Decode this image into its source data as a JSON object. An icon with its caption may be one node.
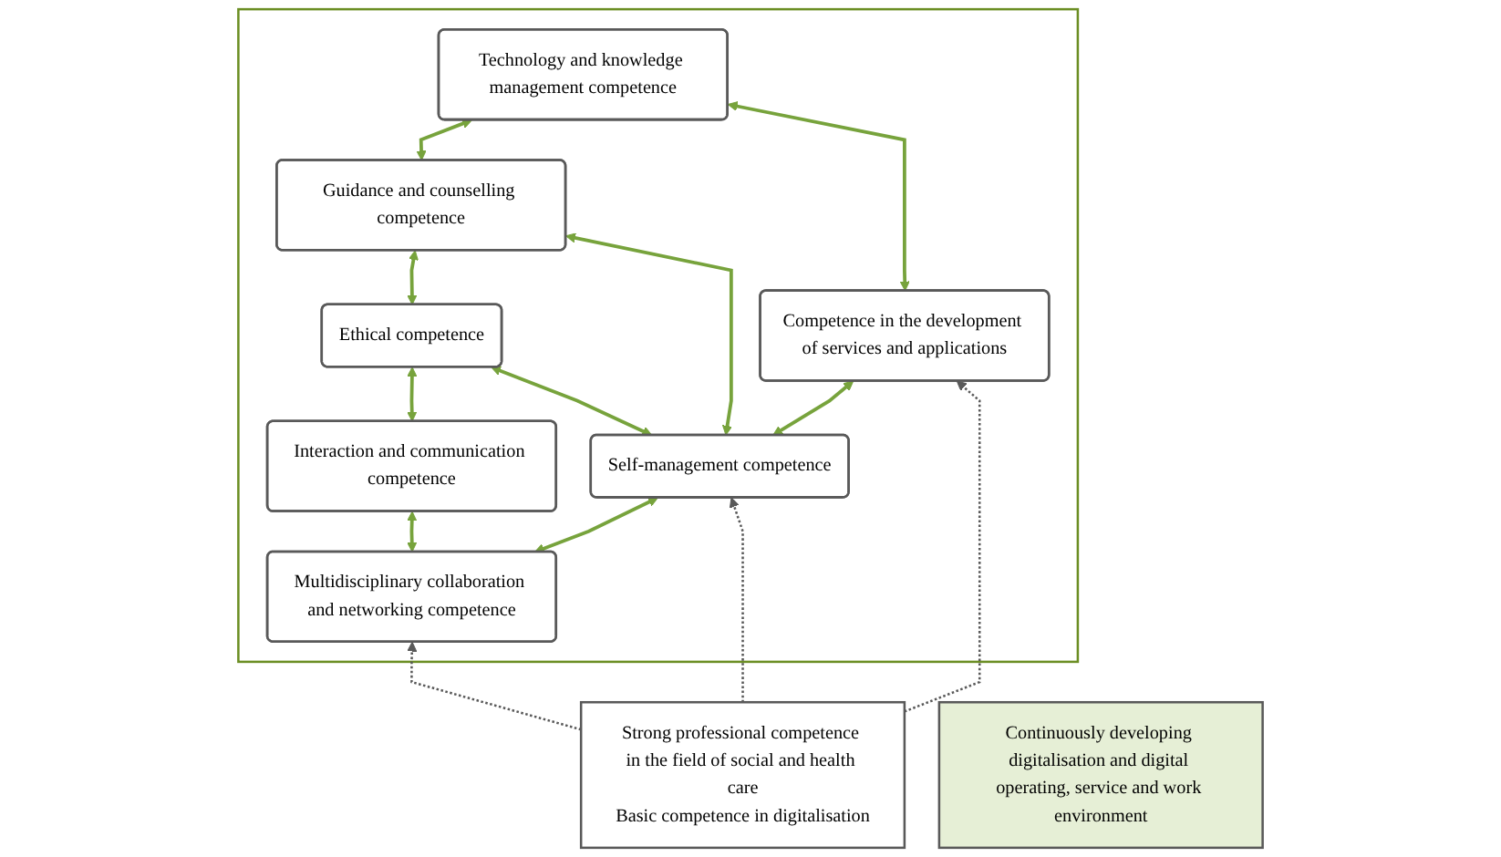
{
  "diagram": {
    "nodes": [
      {
        "text": [],
        "shape": "box"
      },
      {
        "text": [
          "Interaction and communication competence"
        ],
        "in": 0
      },
      {
        "text": [
          "Ethical competence"
        ],
        "in": 0
      },
      {
        "text": [
          "Guidance and counselling competence"
        ],
        "in": 0
      },
      {
        "text": [
          "Technology and knowledge management competence"
        ],
        "in": 0
      },
      {
        "text": [
          "Multidisciplinary collaboration and networking competence"
        ],
        "in": 0
      },
      {
        "text": [
          "Self-management competence"
        ],
        "in": 0
      },
      {
        "text": [
          "Competence in the development of services and applications"
        ],
        "in": 0
      },
      {
        "text": [
          "Continuously developing digitalisation and digital operating, service and work environment"
        ]
      },
      {
        "text": [
          "Strong professional competence in the field of social and health care",
          "Basic competence in digitalisation"
        ]
      }
    ],
    "edges": [
      {
        "from": 1,
        "to": 2,
        "arrow": "both"
      },
      {
        "from": 2,
        "to": 3,
        "arrow": "both"
      },
      {
        "from": 3,
        "to": 4,
        "arrow": "both"
      },
      {
        "from": 5,
        "to": 1,
        "arrow": "both"
      },
      {
        "from": 6,
        "to": 2,
        "arrow": "both"
      },
      {
        "from": 6,
        "to": 3,
        "arrow": "both"
      },
      {
        "from": 7,
        "to": 4,
        "arrow": "both"
      },
      {
        "from": 5,
        "to": 6,
        "arrow": "both"
      },
      {
        "from": 6,
        "to": 7,
        "arrow": "both"
      },
      {
        "from": 9,
        "to": 5,
        "arrow": "to",
        "style": "dashed",
        "color": "#595959"
      },
      {
        "from": 9,
        "to": 6,
        "arrow": "to",
        "style": "dashed",
        "color": "#595959"
      },
      {
        "from": 9,
        "to": 7,
        "arrow": "to",
        "style": "dashed",
        "color": "#595959"
      }
    ]
  }
}
